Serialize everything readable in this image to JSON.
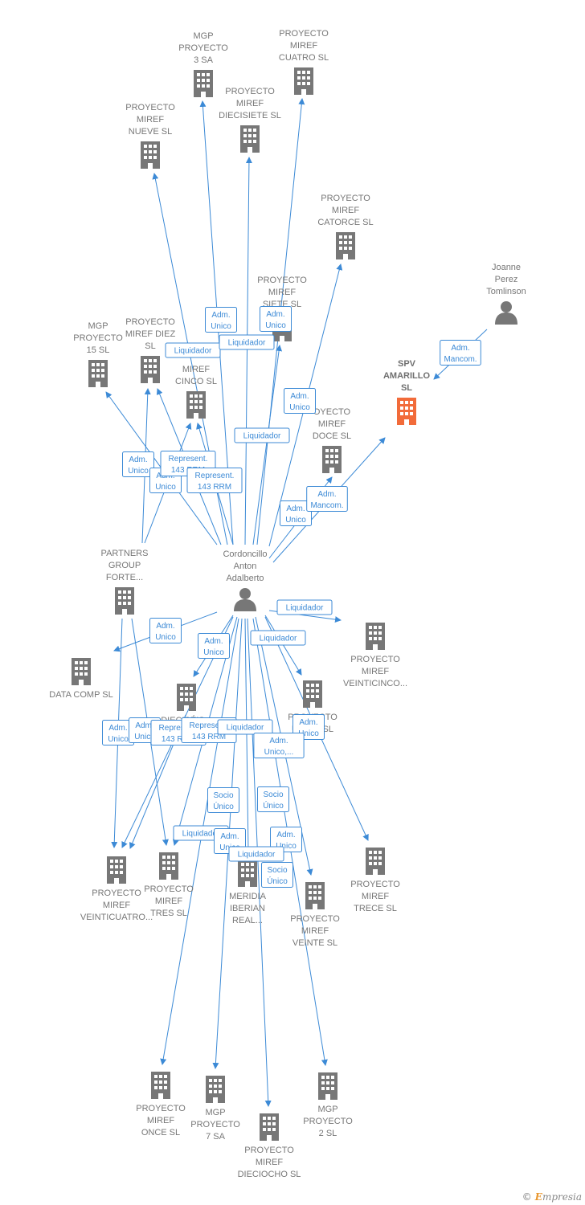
{
  "colors": {
    "edge": "#3c8ad6",
    "company": "#777777",
    "highlight": "#f26b3a",
    "person": "#777777"
  },
  "brand": {
    "copyright": "©",
    "initial": "E",
    "rest": "mpresia"
  },
  "nodes": [
    {
      "id": "mgp3",
      "type": "company",
      "lines": [
        "MGP",
        "PROYECTO",
        "3 SA"
      ]
    },
    {
      "id": "cuatro",
      "type": "company",
      "lines": [
        "PROYECTO",
        "MIREF",
        "CUATRO  SL"
      ]
    },
    {
      "id": "diecisiete",
      "type": "company",
      "lines": [
        "PROYECTO",
        "MIREF",
        "DIECISIETE  SL"
      ]
    },
    {
      "id": "nueve",
      "type": "company",
      "lines": [
        "PROYECTO",
        "MIREF",
        "NUEVE  SL"
      ]
    },
    {
      "id": "catorce",
      "type": "company",
      "lines": [
        "PROYECTO",
        "MIREF",
        "CATORCE  SL"
      ]
    },
    {
      "id": "siete",
      "type": "company",
      "lines": [
        "PROYECTO",
        "MIREF",
        "SIETE  SL"
      ]
    },
    {
      "id": "joanne",
      "type": "person",
      "lines": [
        "Joanne",
        "Perez",
        "Tomlinson"
      ]
    },
    {
      "id": "mgp15",
      "type": "company",
      "lines": [
        "MGP",
        "PROYECTO",
        "15  SL"
      ]
    },
    {
      "id": "diez",
      "type": "company",
      "lines": [
        "PROYECTO",
        "MIREF DIEZ",
        "SL"
      ]
    },
    {
      "id": "cinco",
      "type": "company",
      "lines": [
        "MIREF",
        "CINCO  SL"
      ]
    },
    {
      "id": "spv",
      "type": "company",
      "highlight": true,
      "lines": [
        "SPV",
        "AMARILLO",
        "SL"
      ]
    },
    {
      "id": "doce",
      "type": "company",
      "lines": [
        "OYECTO",
        "MIREF",
        "DOCE  SL"
      ]
    },
    {
      "id": "partners",
      "type": "company",
      "lines": [
        "PARTNERS",
        "GROUP",
        "FORTE..."
      ]
    },
    {
      "id": "cordoncillo",
      "type": "person",
      "lines": [
        "Cordoncillo",
        "Anton",
        "Adalberto"
      ]
    },
    {
      "id": "veinticinco",
      "type": "company",
      "lines": [
        "PROYECTO",
        "MIREF",
        "VEINTICINCO..."
      ]
    },
    {
      "id": "datacomp",
      "type": "company",
      "lines": [
        "DATA COMP SL"
      ]
    },
    {
      "id": "dieciseis",
      "type": "company",
      "lines": [
        "DIECISÉIS..."
      ]
    },
    {
      "id": "unico",
      "type": "company",
      "lines": [
        "PROYECTO",
        "ÚNICO  SL"
      ]
    },
    {
      "id": "veinticuatro",
      "type": "company",
      "lines": [
        "PROYECTO",
        "MIREF",
        "VEINTICUATRO..."
      ]
    },
    {
      "id": "tres",
      "type": "company",
      "lines": [
        "PROYECTO",
        "MIREF",
        "TRES  SL"
      ]
    },
    {
      "id": "meridia",
      "type": "company",
      "lines": [
        "MERIDIA",
        "IBERIAN",
        "REAL..."
      ]
    },
    {
      "id": "trece",
      "type": "company",
      "lines": [
        "PROYECTO",
        "MIREF",
        "TRECE  SL"
      ]
    },
    {
      "id": "veinte",
      "type": "company",
      "lines": [
        "PROYECTO",
        "MIREF",
        "VEINTE  SL"
      ]
    },
    {
      "id": "once",
      "type": "company",
      "lines": [
        "PROYECTO",
        "MIREF",
        "ONCE  SL"
      ]
    },
    {
      "id": "mgp7",
      "type": "company",
      "lines": [
        "MGP",
        "PROYECTO",
        "7 SA"
      ]
    },
    {
      "id": "dieciocho",
      "type": "company",
      "lines": [
        "PROYECTO",
        "MIREF",
        "DIECIOCHO  SL"
      ]
    },
    {
      "id": "mgp2",
      "type": "company",
      "lines": [
        "MGP",
        "PROYECTO",
        "2  SL"
      ]
    }
  ],
  "edges": [
    {
      "from": "cordoncillo",
      "to": "mgp3"
    },
    {
      "from": "cordoncillo",
      "to": "cuatro"
    },
    {
      "from": "cordoncillo",
      "to": "diecisiete"
    },
    {
      "from": "cordoncillo",
      "to": "nueve"
    },
    {
      "from": "cordoncillo",
      "to": "catorce"
    },
    {
      "from": "cordoncillo",
      "to": "siete"
    },
    {
      "from": "cordoncillo",
      "to": "mgp15"
    },
    {
      "from": "cordoncillo",
      "to": "diez"
    },
    {
      "from": "cordoncillo",
      "to": "cinco"
    },
    {
      "from": "cordoncillo",
      "to": "doce"
    },
    {
      "from": "cordoncillo",
      "to": "spv"
    },
    {
      "from": "joanne",
      "to": "spv"
    },
    {
      "from": "partners",
      "to": "diez"
    },
    {
      "from": "partners",
      "to": "cinco"
    },
    {
      "from": "cordoncillo",
      "to": "veinticinco"
    },
    {
      "from": "cordoncillo",
      "to": "datacomp"
    },
    {
      "from": "cordoncillo",
      "to": "dieciseis"
    },
    {
      "from": "cordoncillo",
      "to": "unico"
    },
    {
      "from": "cordoncillo",
      "to": "veinticuatro"
    },
    {
      "from": "cordoncillo",
      "to": "tres"
    },
    {
      "from": "cordoncillo",
      "to": "meridia"
    },
    {
      "from": "cordoncillo",
      "to": "trece"
    },
    {
      "from": "cordoncillo",
      "to": "veinte"
    },
    {
      "from": "cordoncillo",
      "to": "once"
    },
    {
      "from": "cordoncillo",
      "to": "mgp7"
    },
    {
      "from": "cordoncillo",
      "to": "dieciocho"
    },
    {
      "from": "cordoncillo",
      "to": "mgp2"
    },
    {
      "from": "partners",
      "to": "veinticuatro"
    },
    {
      "from": "partners",
      "to": "tres"
    },
    {
      "from": "dieciseis",
      "to": "veinticuatro"
    }
  ],
  "edge_labels": [
    {
      "id": "el1",
      "lines": [
        "Adm.",
        "Unico"
      ]
    },
    {
      "id": "el2",
      "lines": [
        "Adm.",
        "Unico"
      ]
    },
    {
      "id": "el3",
      "lines": [
        "Liquidador"
      ]
    },
    {
      "id": "el4",
      "lines": [
        "Liquidador"
      ]
    },
    {
      "id": "el5",
      "lines": [
        "Adm.",
        "Mancom."
      ]
    },
    {
      "id": "el6",
      "lines": [
        "Adm.",
        "Unico"
      ]
    },
    {
      "id": "el7",
      "lines": [
        "Liquidador"
      ]
    },
    {
      "id": "el8",
      "lines": [
        "Adm.",
        "Unico"
      ]
    },
    {
      "id": "el9",
      "lines": [
        "Adm.",
        "Unico"
      ]
    },
    {
      "id": "el10",
      "lines": [
        "Represent.",
        "143 RRM"
      ]
    },
    {
      "id": "el11",
      "lines": [
        "Represent.",
        "143 RRM"
      ]
    },
    {
      "id": "el12",
      "lines": [
        "Adm.",
        "Unico"
      ]
    },
    {
      "id": "el13",
      "lines": [
        "Adm.",
        "Mancom."
      ]
    },
    {
      "id": "el14",
      "lines": [
        "Liquidador"
      ]
    },
    {
      "id": "el15",
      "lines": [
        "Adm.",
        "Unico"
      ]
    },
    {
      "id": "el16",
      "lines": [
        "Adm.",
        "Unico"
      ]
    },
    {
      "id": "el17",
      "lines": [
        "Liquidador"
      ]
    },
    {
      "id": "el18",
      "lines": [
        "Adm.",
        "Unico"
      ]
    },
    {
      "id": "el19",
      "lines": [
        "Adm.",
        "Unico"
      ]
    },
    {
      "id": "el20",
      "lines": [
        "Represent.",
        "143 RRM"
      ]
    },
    {
      "id": "el21",
      "lines": [
        "Represent.",
        "143 RRM"
      ]
    },
    {
      "id": "el22",
      "lines": [
        "Liquidador"
      ]
    },
    {
      "id": "el23",
      "lines": [
        "Adm.",
        "Unico"
      ]
    },
    {
      "id": "el24",
      "lines": [
        "Adm.",
        "Unico,..."
      ]
    },
    {
      "id": "el25",
      "lines": [
        "Socio",
        "Único"
      ]
    },
    {
      "id": "el26",
      "lines": [
        "Socio",
        "Único"
      ]
    },
    {
      "id": "el27",
      "lines": [
        "Liquidador"
      ]
    },
    {
      "id": "el28",
      "lines": [
        "Adm.",
        "Unico"
      ]
    },
    {
      "id": "el29",
      "lines": [
        "Adm.",
        "Unico"
      ]
    },
    {
      "id": "el30",
      "lines": [
        "Liquidador"
      ]
    },
    {
      "id": "el31",
      "lines": [
        "Socio",
        "Único"
      ]
    }
  ]
}
